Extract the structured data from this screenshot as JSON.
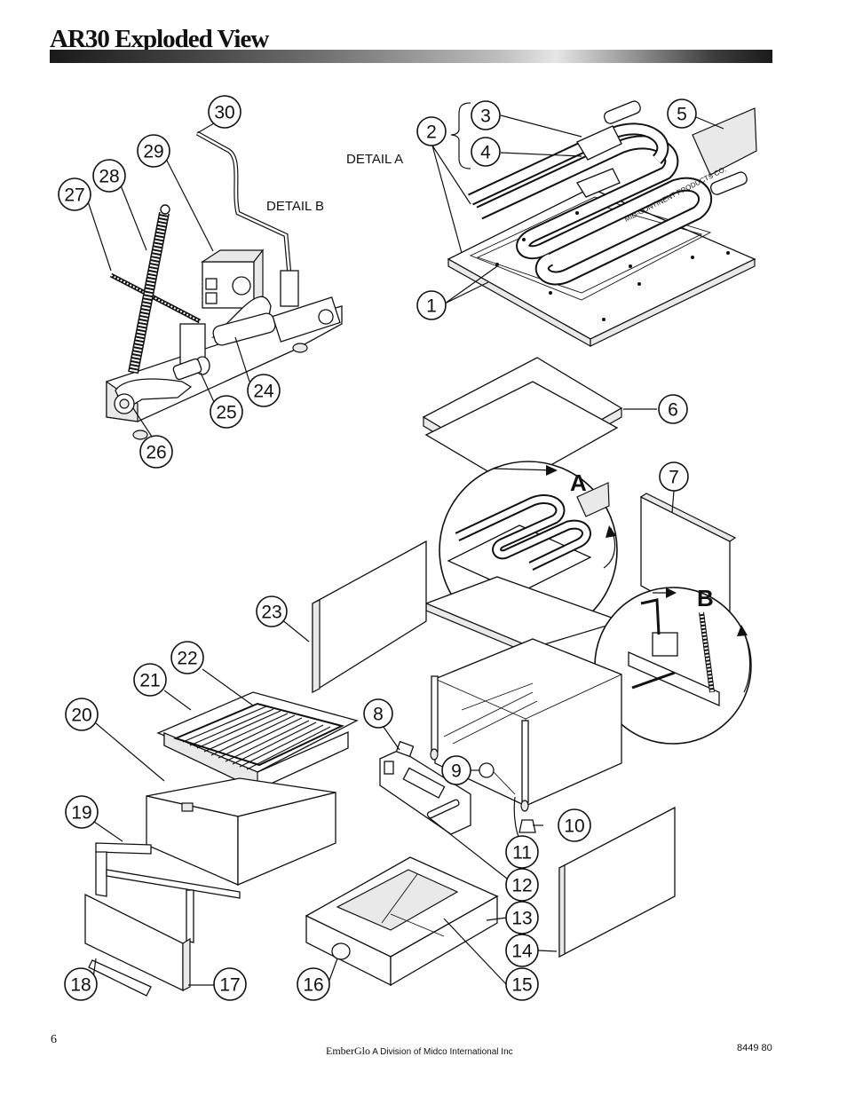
{
  "page": {
    "title": "AR30 Exploded View",
    "page_number": "6",
    "footer_brand": "EmberGlo",
    "footer_division": "A Division of Midco International Inc",
    "footer_code": "8449 80"
  },
  "details": {
    "detail_a_label": "DETAIL  A",
    "detail_b_label": "DETAIL  B",
    "detail_a_marker": "A",
    "detail_b_marker": "B"
  },
  "callouts": [
    "1",
    "2",
    "3",
    "4",
    "5",
    "6",
    "7",
    "8",
    "9",
    "10",
    "11",
    "12",
    "13",
    "14",
    "15",
    "16",
    "17",
    "18",
    "19",
    "20",
    "21",
    "22",
    "23",
    "24",
    "25",
    "26",
    "27",
    "28",
    "29",
    "30"
  ]
}
